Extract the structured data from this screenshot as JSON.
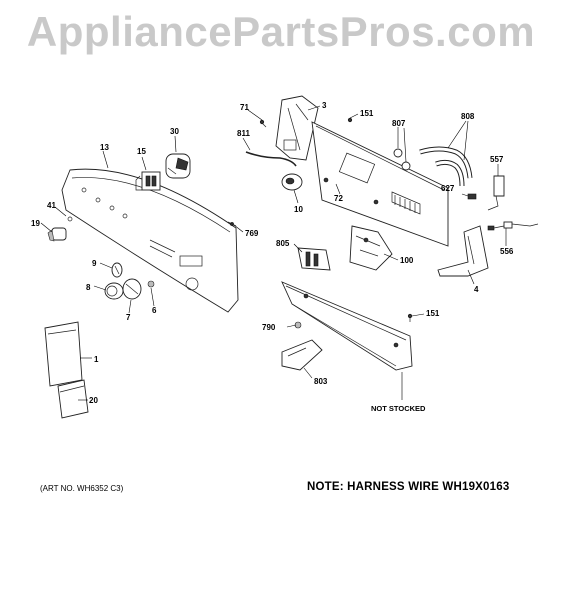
{
  "watermark": "AppliancePartsPros.com",
  "art_number": "(ART NO. WH6352 C3)",
  "note": "NOTE: HARNESS WIRE WH19X0163",
  "not_stocked_label": "NOT STOCKED",
  "callouts": {
    "p1": "1",
    "p3": "3",
    "p4": "4",
    "p6": "6",
    "p7": "7",
    "p8": "8",
    "p9": "9",
    "p10": "10",
    "p13": "13",
    "p15": "15",
    "p19": "19",
    "p20": "20",
    "p30": "30",
    "p41": "41",
    "p71": "71",
    "p72": "72",
    "p100": "100",
    "p151a": "151",
    "p151b": "151",
    "p556": "556",
    "p557": "557",
    "p627": "627",
    "p769": "769",
    "p790": "790",
    "p803": "803",
    "p805": "805",
    "p807": "807",
    "p808": "808",
    "p811": "811"
  }
}
